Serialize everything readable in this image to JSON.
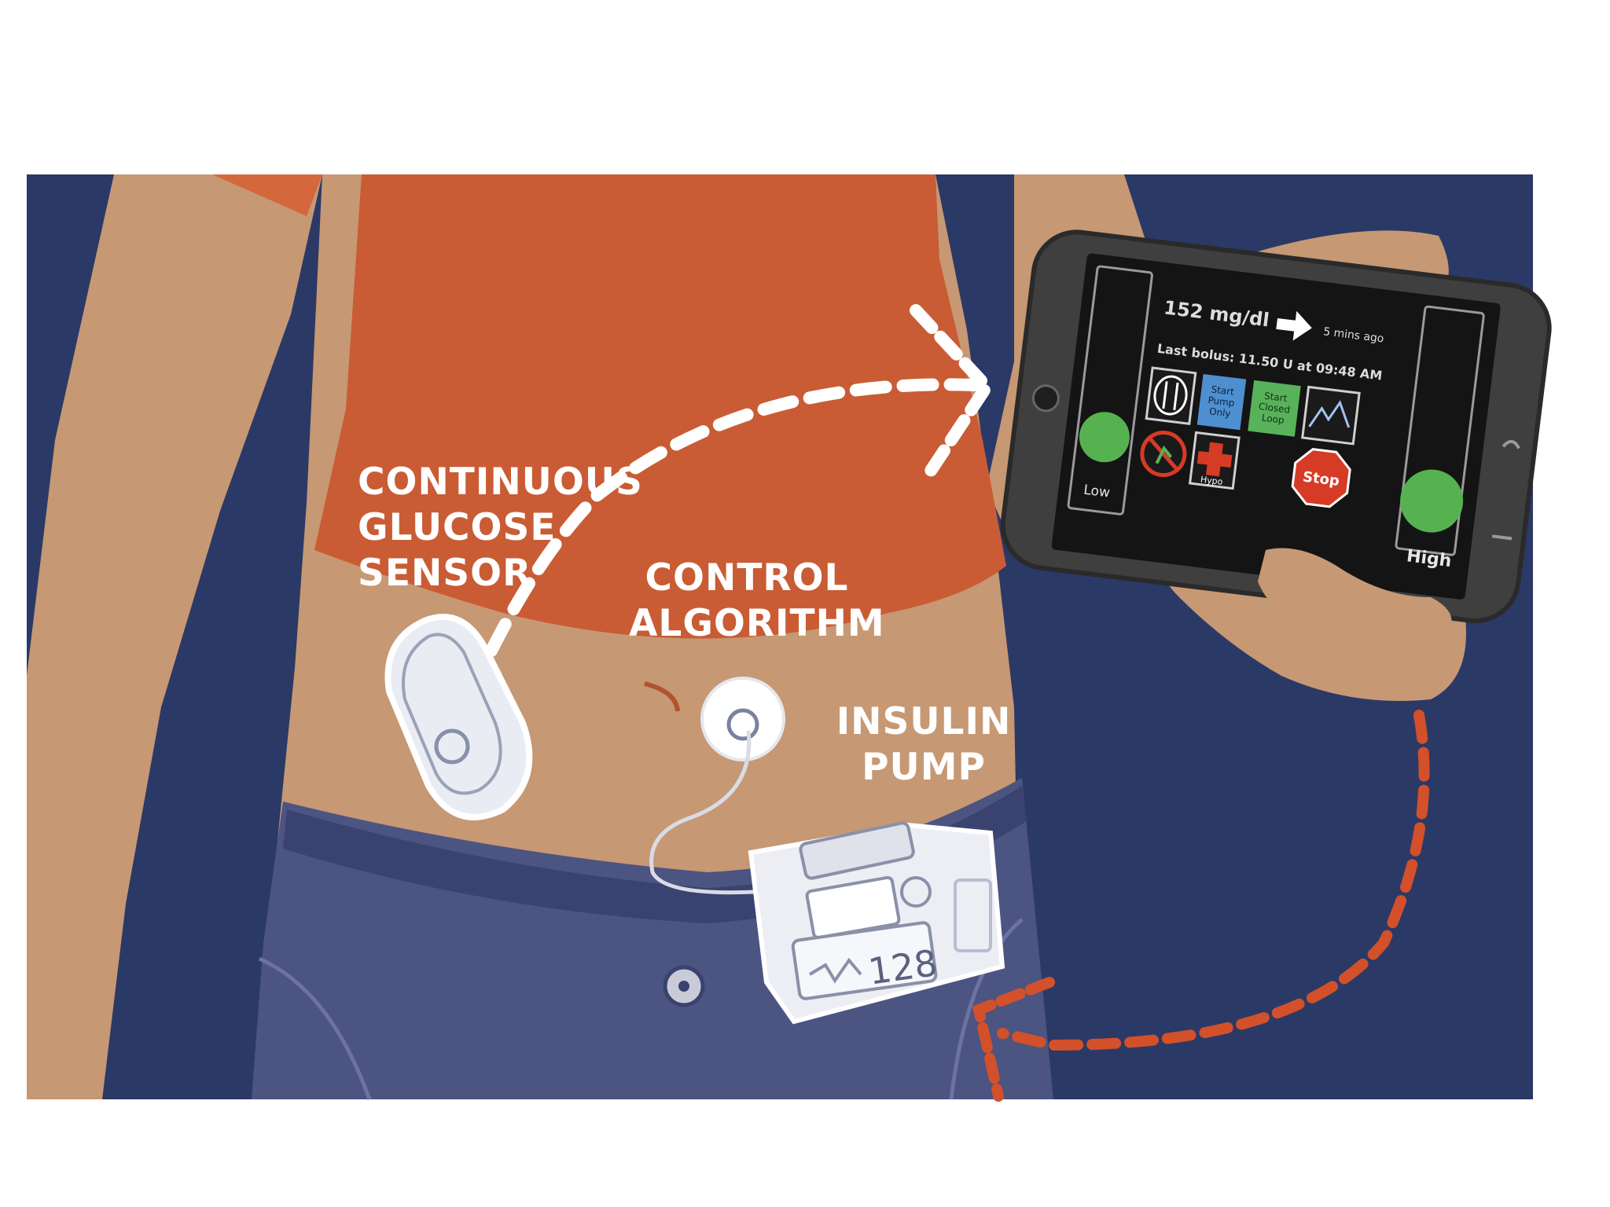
{
  "labels": {
    "cgm": [
      "CONTINUOUS",
      "GLUCOSE",
      "SENSOR"
    ],
    "algorithm": [
      "CONTROL",
      "ALGORITHM"
    ],
    "pump": [
      "INSULIN",
      "PUMP"
    ]
  },
  "phone": {
    "glucose": "152 mg/dl",
    "time_ago": "5 mins ago",
    "last_bolus": "Last bolus: 11.50 U at 09:48 AM",
    "btn_start_pump": [
      "Start",
      "Pump",
      "Only"
    ],
    "btn_start_closed_loop": [
      "Start",
      "Closed",
      "Loop"
    ],
    "btn_hypo": "Hypo",
    "btn_stop": "Stop",
    "gauge_low": "Low",
    "gauge_high": "High"
  },
  "pump_display": "128",
  "colors": {
    "background": "#2b3966",
    "shirt": "#c95c34",
    "skin": "#c69873",
    "jeans": "#4c5482",
    "phone_body": "#3f3f3f",
    "screen": "#141414",
    "dash_white": "#ffffff",
    "dash_orange": "#d2502a",
    "button_blue": "#4e8fd1",
    "button_green": "#58b25a",
    "stop_red": "#d63b26",
    "gauge_green": "#56b250"
  }
}
